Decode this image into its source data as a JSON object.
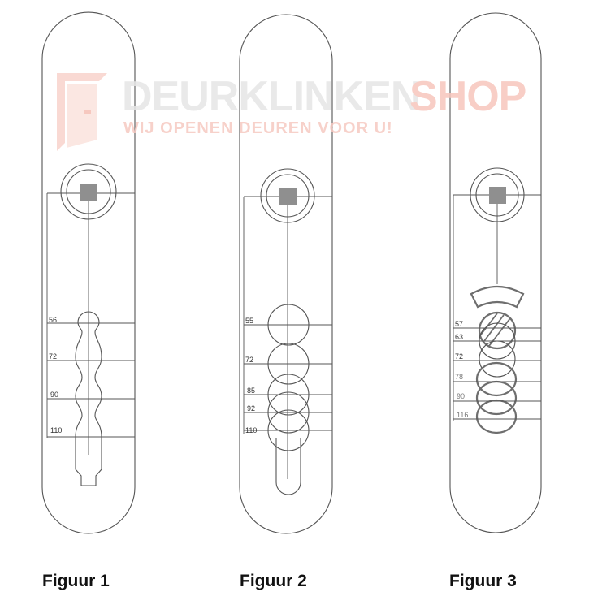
{
  "watermark": {
    "brand_part1": "DEURKLINKEN",
    "brand_part2": "SHOP",
    "tagline": "WIJ OPENEN DEUREN VOOR U!",
    "colors": {
      "part1": "#e9e9e9",
      "part2": "#f7c6bd",
      "tagline": "#f6c9c1"
    },
    "icon": "door-icon"
  },
  "figures": [
    {
      "caption": "Figuur 1",
      "dimensions": [
        "56",
        "72",
        "90",
        "110"
      ]
    },
    {
      "caption": "Figuur 2",
      "dimensions": [
        "55",
        "72",
        "85",
        "92",
        "110"
      ]
    },
    {
      "caption": "Figuur 3",
      "dimensions": [
        "57",
        "63",
        "72",
        "78",
        "90",
        "116"
      ]
    }
  ],
  "colors": {
    "outline": "#555555",
    "square": "#8f8f8f"
  }
}
